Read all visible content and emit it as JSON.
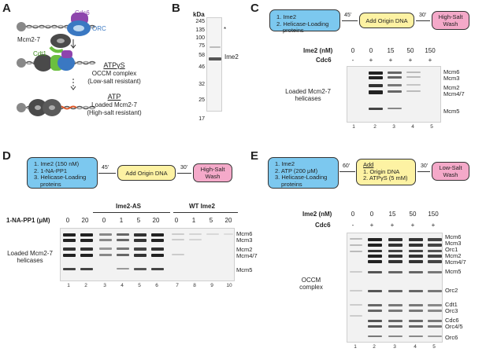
{
  "panels": {
    "A": {
      "letter": "A",
      "labels": {
        "cdc6": "Cdc6",
        "orc": "ORC",
        "mcm": "Mcm2-7",
        "cdt1": "Cdt1",
        "atpys": "ATPγS",
        "occm_line1": "OCCM complex",
        "occm_line2": "(Low-salt resistant)",
        "atp": "ATP",
        "loaded_line1": "Loaded Mcm2-7",
        "loaded_line2": "(High-salt resistant)"
      }
    },
    "B": {
      "letter": "B",
      "kda_label": "kDa",
      "markers": [
        "245",
        "135",
        "100",
        "75",
        "58",
        "46",
        "32",
        "25",
        "17"
      ],
      "band_label": "Ime2",
      "asterisk": "*"
    },
    "C": {
      "letter": "C",
      "step1": "1. Ime2",
      "step2a": "2. Helicase-Loading",
      "step2b": "proteins",
      "time1": "45'",
      "add": "Add Origin DNA",
      "time2": "30'",
      "wash_a": "High-Salt",
      "wash_b": "Wash",
      "ime2_label": "Ime2 (nM)",
      "ime2_vals": [
        "0",
        "0",
        "15",
        "50",
        "150"
      ],
      "cdc6_label": "Cdc6",
      "cdc6_vals": [
        "-",
        "+",
        "+",
        "+",
        "+"
      ],
      "side_a": "Loaded Mcm2-7",
      "side_b": "helicases",
      "bands": [
        "Mcm6",
        "Mcm3",
        "Mcm2",
        "Mcm4/7",
        "Mcm5"
      ],
      "lanes": [
        "1",
        "2",
        "3",
        "4",
        "5"
      ]
    },
    "D": {
      "letter": "D",
      "step1": "1. Ime2 (150 nM)",
      "step2": "2. 1-NA-PP1",
      "step3a": "3. Helicase-Loading",
      "step3b": "proteins",
      "time1": "45'",
      "add": "Add Origin DNA",
      "time2": "30'",
      "wash_a": "High-Salt",
      "wash_b": "Wash",
      "drug_label": "1-NA-PP1 (μM)",
      "drug_vals": [
        "0",
        "20",
        "0",
        "1",
        "5",
        "20",
        "0",
        "1",
        "5",
        "20"
      ],
      "group_as": "Ime2-AS",
      "group_wt": "WT Ime2",
      "side_a": "Loaded Mcm2-7",
      "side_b": "helicases",
      "bands": [
        "Mcm6",
        "Mcm3",
        "Mcm2",
        "Mcm4/7",
        "Mcm5"
      ],
      "lanes": [
        "1",
        "2",
        "3",
        "4",
        "5",
        "6",
        "7",
        "8",
        "9",
        "10"
      ]
    },
    "E": {
      "letter": "E",
      "step1": "1. Ime2",
      "step2": "2. ATP (200 μM)",
      "step3a": "3. Helicase-Loading",
      "step3b": "proteins",
      "time1": "60'",
      "add_title": "Add",
      "add1": "1. Origin DNA",
      "add2": "2. ATPγS (5 mM)",
      "time2": "30'",
      "wash_a": "Low-Salt",
      "wash_b": "Wash",
      "ime2_label": "Ime2 (nM)",
      "ime2_vals": [
        "0",
        "0",
        "15",
        "50",
        "150"
      ],
      "cdc6_label": "Cdc6",
      "cdc6_vals": [
        "-",
        "+",
        "+",
        "+",
        "+"
      ],
      "side_a": "OCCM",
      "side_b": "complex",
      "bands": [
        "Mcm6",
        "Mcm3",
        "Orc1",
        "Mcm2",
        "Mcm4/7",
        "Mcm5",
        "Orc2",
        "Cdt1",
        "Orc3",
        "Cdc6",
        "Orc4/5",
        "Orc6"
      ],
      "lanes": [
        "1",
        "2",
        "3",
        "4",
        "5"
      ]
    }
  },
  "colors": {
    "blue_box": "#7cc8ef",
    "yellow_box": "#fdf2a3",
    "pink_box": "#f4a9c9",
    "cdc6": "#8e44ad",
    "orc": "#3a78c2",
    "cdt1": "#6bbf3f",
    "mcm": "#3c3c3c",
    "origin": "#e05a2a"
  }
}
